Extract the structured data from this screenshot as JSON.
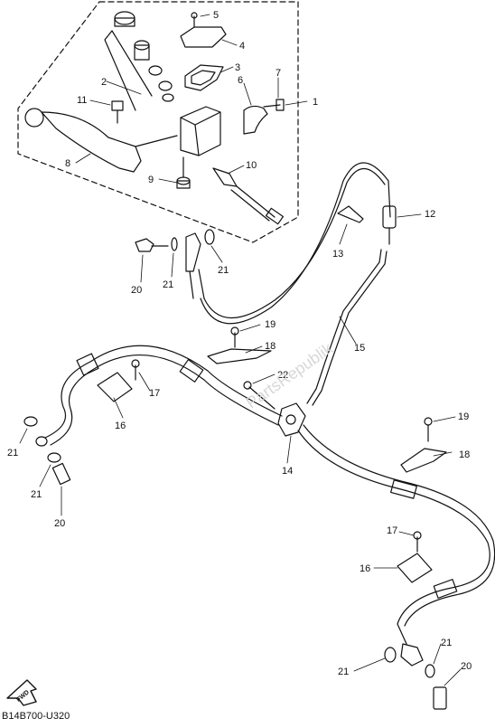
{
  "diagram": {
    "callouts": {
      "c1": "1",
      "c2": "2",
      "c3": "3",
      "c4": "4",
      "c5": "5",
      "c6": "6",
      "c7": "7",
      "c8": "8",
      "c9": "9",
      "c10": "10",
      "c11": "11",
      "c12": "12",
      "c13": "13",
      "c14": "14",
      "c15": "15",
      "c16a": "16",
      "c16b": "16",
      "c17a": "17",
      "c17b": "17",
      "c18a": "18",
      "c18b": "18",
      "c19a": "19",
      "c19b": "19",
      "c20a": "20",
      "c20b": "20",
      "c20c": "20",
      "c21a": "21",
      "c21b": "21",
      "c21c": "21",
      "c21d": "21",
      "c21e": "21",
      "c21f": "21",
      "c22": "22"
    },
    "fwd_label": "FWD",
    "watermark": "PartsRepublik",
    "diagram_code": "B14B700-U320"
  }
}
